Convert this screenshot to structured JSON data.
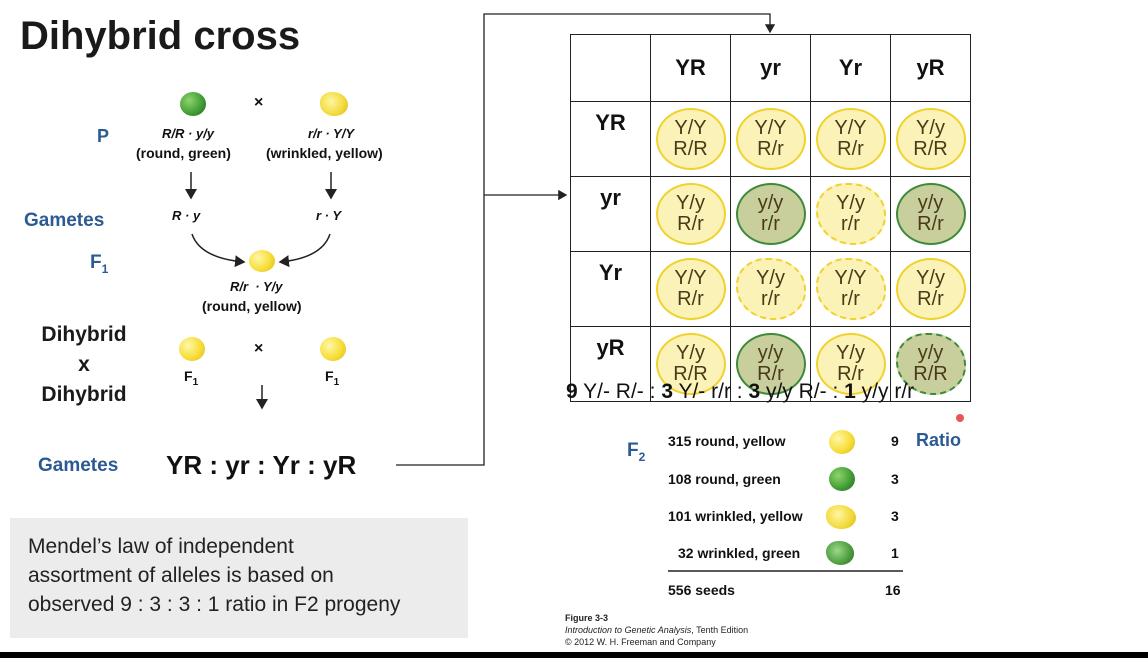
{
  "title": "Dihybrid cross",
  "labels": {
    "p": "P",
    "gametes1": "Gametes",
    "f1": "F",
    "f1_sub": "1",
    "dihybrid_top": "Dihybrid",
    "dihybrid_x": "x",
    "dihybrid_bottom": "Dihybrid",
    "gametes2": "Gametes",
    "f2": "F",
    "f2_sub": "2",
    "ratio_word": "Ratio"
  },
  "cross": {
    "times": "×",
    "parent1_genotype": "R/R · y/y",
    "parent1_desc": "(round, green)",
    "parent2_genotype": "r/r · Y/Y",
    "parent2_desc": "(wrinkled, yellow)",
    "gamete1": "R · y",
    "gamete2": "r · Y",
    "f1_genotype": "R/r  · Y/y",
    "f1_desc": "(round, yellow)",
    "dihybrid_times": "×",
    "f1_left": "F",
    "f1_left_sub": "1",
    "f1_right": "F",
    "f1_right_sub": "1",
    "gametes_line": "YR : yr : Yr : yR"
  },
  "punnett": {
    "columns": [
      "YR",
      "yr",
      "Yr",
      "yR"
    ],
    "rows": [
      {
        "header": "YR",
        "cells": [
          {
            "top": "Y/Y",
            "bottom": "R/R",
            "type": "yellow"
          },
          {
            "top": "Y/Y",
            "bottom": "R/r",
            "type": "yellow"
          },
          {
            "top": "Y/Y",
            "bottom": "R/r",
            "type": "yellow"
          },
          {
            "top": "Y/y",
            "bottom": "R/R",
            "type": "yellow"
          }
        ]
      },
      {
        "header": "yr",
        "cells": [
          {
            "top": "Y/y",
            "bottom": "R/r",
            "type": "yellow"
          },
          {
            "top": "y/y",
            "bottom": "r/r",
            "type": "green"
          },
          {
            "top": "Y/y",
            "bottom": "r/r",
            "type": "wy"
          },
          {
            "top": "y/y",
            "bottom": "R/r",
            "type": "green"
          }
        ]
      },
      {
        "header": "Yr",
        "cells": [
          {
            "top": "Y/Y",
            "bottom": "R/r",
            "type": "yellow"
          },
          {
            "top": "Y/y",
            "bottom": "r/r",
            "type": "wy"
          },
          {
            "top": "Y/Y",
            "bottom": "r/r",
            "type": "wy"
          },
          {
            "top": "Y/y",
            "bottom": "R/r",
            "type": "yellow"
          }
        ]
      },
      {
        "header": "yR",
        "cells": [
          {
            "top": "Y/y",
            "bottom": "R/R",
            "type": "yellow"
          },
          {
            "top": "y/y",
            "bottom": "R/r",
            "type": "green"
          },
          {
            "top": "Y/y",
            "bottom": "R/r",
            "type": "yellow"
          },
          {
            "top": "y/y",
            "bottom": "R/R",
            "type": "wg"
          }
        ]
      }
    ]
  },
  "ratio_line": {
    "n1": "9",
    "t1": " Y/- R/- : ",
    "n2": "3",
    "t2": " Y/- r/r : ",
    "n3": "3",
    "t3": " y/y R/- : ",
    "n4": "1",
    "t4": " y/y r/r"
  },
  "f2_table": {
    "rows": [
      {
        "label": "315 round, yellow",
        "ratio": "9",
        "pea": "yellow"
      },
      {
        "label": "108 round, green",
        "ratio": "3",
        "pea": "green"
      },
      {
        "label": "101 wrinkled, yellow",
        "ratio": "3",
        "pea": "wrinkled-yellow"
      },
      {
        "label": "32 wrinkled, green",
        "ratio": "1",
        "pea": "wrinkled-green"
      }
    ],
    "total_label": "556 seeds",
    "total_ratio": "16"
  },
  "figure_caption": {
    "line1": "Figure 3-3",
    "line2_italic": "Introduction to Genetic Analysis",
    "line2_rest": ", Tenth Edition",
    "line3": "© 2012 W. H. Freeman and Company"
  },
  "note": {
    "line1": "Mendel’s law of independent",
    "line2": "assortment of alleles is based on",
    "line3": "observed 9 : 3 : 3 : 1 ratio in F2 progeny"
  },
  "colors": {
    "label_blue": "#2c5a92",
    "pea_yellow": "#f7de3a",
    "pea_green": "#3f9a33",
    "cell_yellow_fill": "#fbf2b8",
    "cell_green_fill": "#c8cf9d",
    "red_dot": "#e03a3a"
  }
}
